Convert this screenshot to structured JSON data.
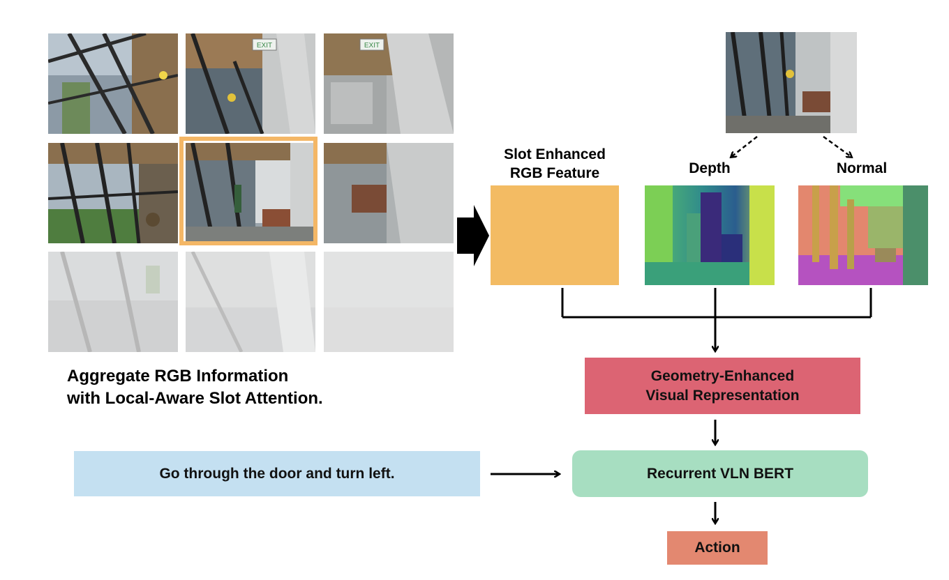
{
  "left_caption": {
    "line1": "Aggregate RGB Information",
    "line2": "with Local-Aware Slot Attention."
  },
  "slot_feature": {
    "line1": "Slot Enhanced",
    "line2": "RGB Feature",
    "color": "#f3bb63"
  },
  "depth": {
    "label": "Depth"
  },
  "normal": {
    "label": "Normal"
  },
  "geometry_box": {
    "line1": "Geometry-Enhanced",
    "line2": "Visual Representation",
    "color": "#dc6473"
  },
  "instruction_box": {
    "text": "Go through the door and turn left.",
    "color": "#c4e0f1"
  },
  "vln_box": {
    "text": "Recurrent VLN BERT",
    "color": "#a7dec1"
  },
  "action_box": {
    "text": "Action",
    "color": "#e38870"
  },
  "colors": {
    "highlight_border": "#f4b766",
    "arrow": "#000000"
  },
  "tile_grid": {
    "rows": 3,
    "cols": 3,
    "highlighted": "center",
    "faded_row": 3
  },
  "panorama": {
    "exit_signs": [
      "EXIT",
      "EXIT"
    ]
  }
}
